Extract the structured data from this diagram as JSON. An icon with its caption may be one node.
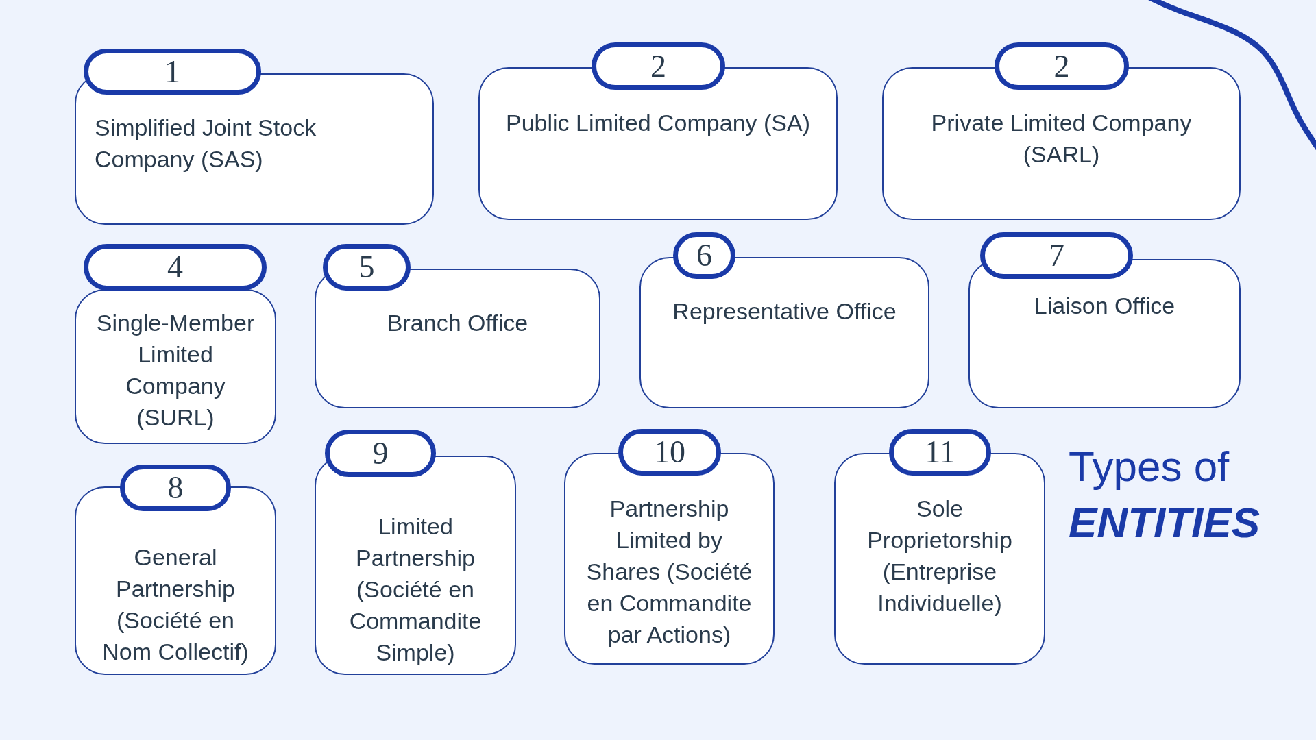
{
  "diagram": {
    "title": "Types of *ENTITIES*",
    "nodes": [
      {
        "text": [
          "1"
        ]
      },
      {
        "text": [
          "Simplified Joint Stock Company (SAS)"
        ]
      },
      {
        "text": [
          "2"
        ]
      },
      {
        "text": [
          "Public Limited Company (SA)"
        ]
      },
      {
        "text": [
          "2"
        ]
      },
      {
        "text": [
          "Private Limited Company (SARL)"
        ]
      },
      {
        "text": [
          "4"
        ]
      },
      {
        "text": [
          "Single-Member Limited Company (SURL)"
        ]
      },
      {
        "text": [
          "5"
        ]
      },
      {
        "text": [
          "Branch Office"
        ]
      },
      {
        "text": [
          "6"
        ]
      },
      {
        "text": [
          "Representative Office"
        ]
      },
      {
        "text": [
          "7"
        ]
      },
      {
        "text": [
          "Liaison Office"
        ]
      },
      {
        "text": [
          "8"
        ]
      },
      {
        "text": [
          "General Partnership (Société en Nom Collectif)"
        ]
      },
      {
        "text": [
          "9"
        ]
      },
      {
        "text": [
          "Limited Partnership (Société en Commandite Simple)"
        ]
      },
      {
        "text": [
          "10"
        ]
      },
      {
        "text": [
          "Partnership Limited by Shares (Société en Commandite par Actions)"
        ]
      },
      {
        "text": [
          "11"
        ]
      },
      {
        "text": [
          "Sole Proprietorship (Entreprise Individuelle)"
        ]
      }
    ]
  }
}
